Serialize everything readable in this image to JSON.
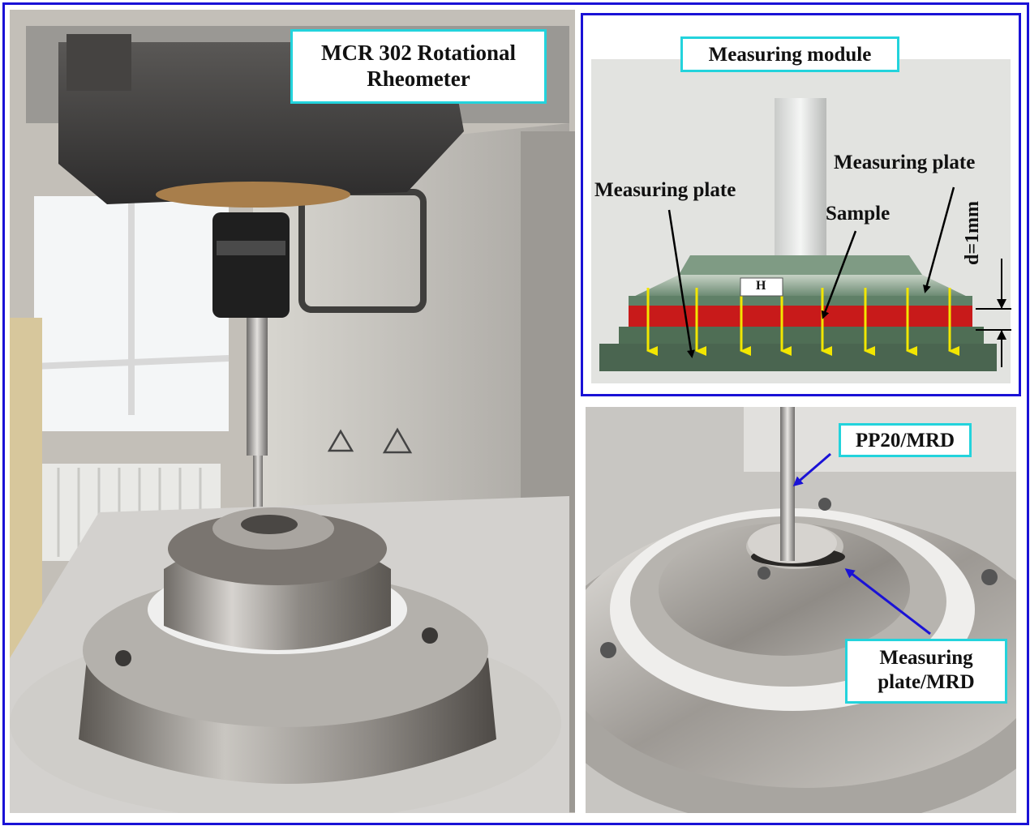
{
  "left_photo": {
    "title_line1": "MCR 302 Rotational",
    "title_line2": "Rheometer"
  },
  "module_diagram": {
    "title": "Measuring module",
    "label_plate_left": "Measuring plate",
    "label_plate_right": "Measuring plate",
    "label_sample": "Sample",
    "label_gap": "d=1mm",
    "label_h": "H",
    "colors": {
      "plate": "#5f8067",
      "sample": "#c81a1a",
      "arrow": "#f2e600",
      "background": "#e2e3e0"
    }
  },
  "bottom_photo": {
    "label_pp20": "PP20/MRD",
    "label_plate_line1": "Measuring",
    "label_plate_line2": "plate/MRD"
  },
  "colors": {
    "frame": "#1a12d6",
    "label_border": "#23d3dc",
    "pointer_arrow": "#1a12d6"
  }
}
